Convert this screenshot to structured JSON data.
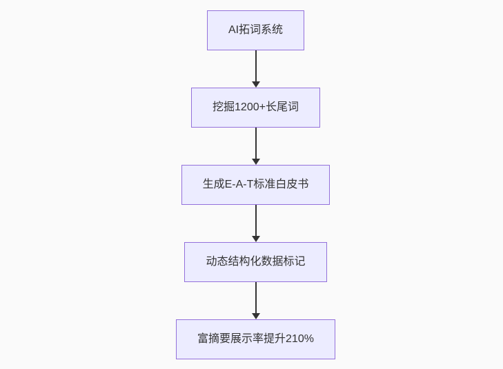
{
  "canvas": {
    "background_color": "#fafafa"
  },
  "flowchart": {
    "type": "flowchart",
    "direction": "top-down",
    "node_fill_color": "#ECECFF",
    "node_border_color": "#9370DB",
    "node_text_color": "#333333",
    "arrow_color": "#333333",
    "nodes": [
      {
        "id": "node-1",
        "label": "AI拓词系统"
      },
      {
        "id": "node-2",
        "label": "挖掘1200+长尾词"
      },
      {
        "id": "node-3",
        "label": "生成E-A-T标准白皮书"
      },
      {
        "id": "node-4",
        "label": "动态结构化数据标记"
      },
      {
        "id": "node-5",
        "label": "富摘要展示率提升210%"
      }
    ],
    "edges": [
      {
        "from": "node-1",
        "to": "node-2",
        "style": "arrow"
      },
      {
        "from": "node-2",
        "to": "node-3",
        "style": "arrow"
      },
      {
        "from": "node-3",
        "to": "node-4",
        "style": "arrow"
      },
      {
        "from": "node-4",
        "to": "node-5",
        "style": "arrow"
      }
    ]
  }
}
